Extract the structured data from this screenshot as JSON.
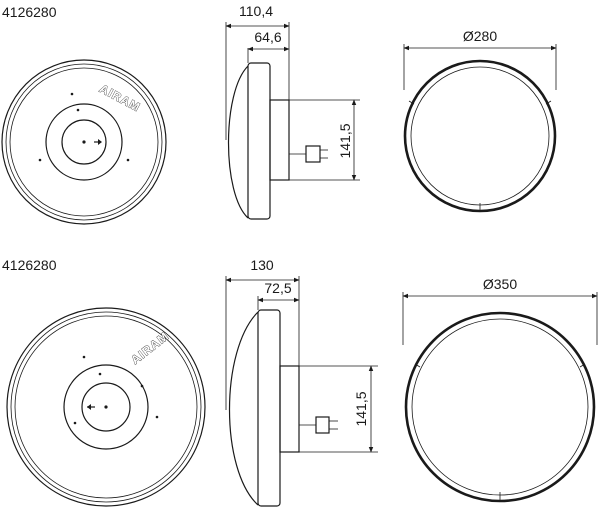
{
  "products": [
    {
      "code": "4126280",
      "brand": "AIRAM",
      "dims": {
        "depth": "110,4",
        "body_depth": "64,6",
        "height": "141,5",
        "diameter": "Ø280"
      }
    },
    {
      "code": "4126280",
      "brand": "AIRAM",
      "dims": {
        "depth": "130",
        "body_depth": "72,5",
        "height": "141,5",
        "diameter": "Ø350"
      }
    }
  ]
}
